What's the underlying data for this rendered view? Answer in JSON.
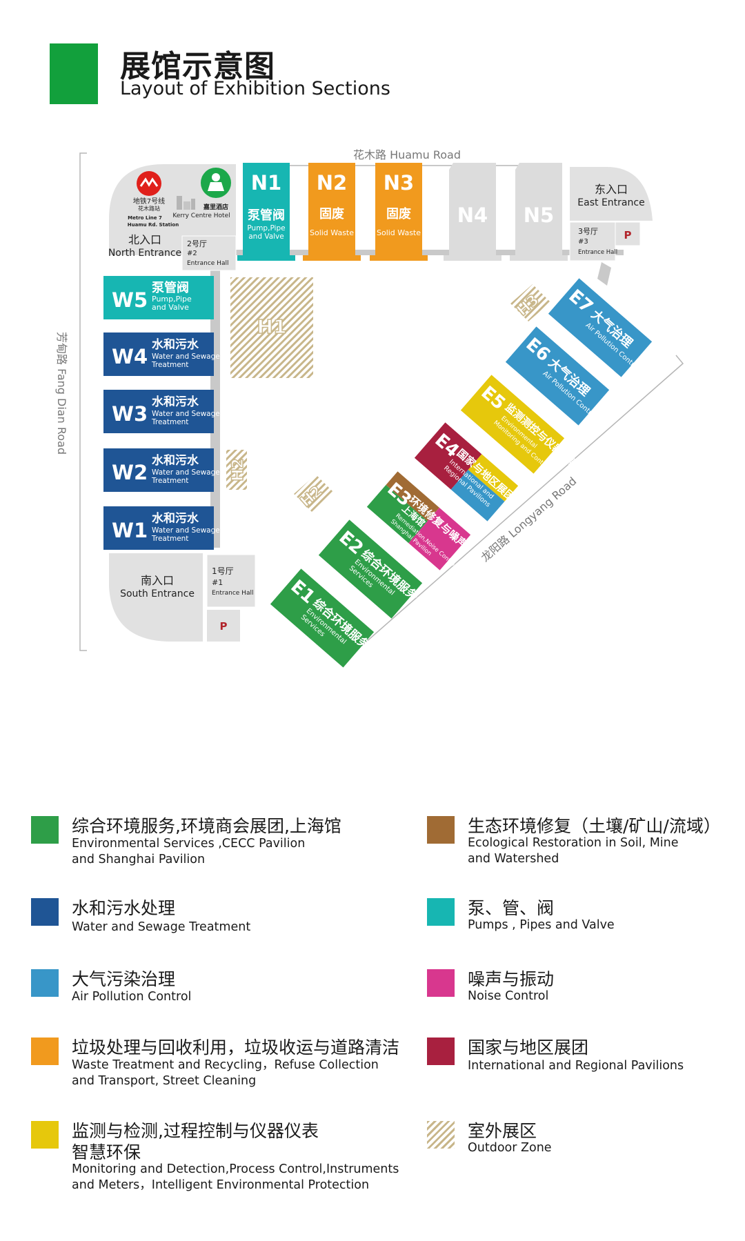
{
  "header": {
    "title_zh": "展馆示意图",
    "title_en": "Layout of Exhibition Sections"
  },
  "colors": {
    "green": "#2e9e48",
    "navy": "#1f5595",
    "sky": "#3896c8",
    "orange": "#f19a1e",
    "yellow": "#e6c80c",
    "brown": "#a06b34",
    "teal": "#17b6b2",
    "magenta": "#d8378e",
    "crimson": "#a8203f",
    "outdoor": "#c8b68a",
    "gray": "#dcdcdc",
    "header": "#12a03c"
  },
  "roads": {
    "north": "花木路 Huamu Road",
    "west": "芳甸路 Fang Dian Road",
    "southeast": "龙阳路 Longyang Road"
  },
  "metro": {
    "line1": "地铁7号线",
    "line2": "花木路站",
    "en1": "Metro Line 7",
    "en2": "Huamu Rd. Station"
  },
  "hotel": {
    "name_zh": "嘉里酒店",
    "name_en": "Kerry Centre Hotel"
  },
  "entrances": {
    "north_zh": "北入口",
    "north_en": "North Entrance",
    "east_zh": "东入口",
    "east_en": "East Entrance",
    "south_zh": "南入口",
    "south_en": "South Entrance"
  },
  "halls": {
    "hall2_zh": "2号厅",
    "hall2_no": "#2",
    "hall2_en": "Entrance Hall",
    "hall3_zh": "3号厅",
    "hall3_no": "#3",
    "hall3_en": "Entrance Hall",
    "hall1_zh": "1号厅",
    "hall1_no": "#1",
    "hall1_en": "Entrance Hall"
  },
  "parking": "P",
  "north_pavilions": [
    {
      "code": "N1",
      "zh": "泵管阀",
      "en1": "Pump,Pipe",
      "en2": "and Valve"
    },
    {
      "code": "N2",
      "zh": "固废",
      "en1": "Solid Waste",
      "en2": ""
    },
    {
      "code": "N3",
      "zh": "固废",
      "en1": "Solid Waste",
      "en2": ""
    },
    {
      "code": "N4",
      "zh": "",
      "en1": "",
      "en2": ""
    },
    {
      "code": "N5",
      "zh": "",
      "en1": "",
      "en2": ""
    }
  ],
  "west_pavilions": [
    {
      "code": "W5",
      "zh": "泵管阀",
      "en1": "Pump,Pipe",
      "en2": "and Valve"
    },
    {
      "code": "W4",
      "zh": "水和污水",
      "en1": "Water and Sewage",
      "en2": "Treatment"
    },
    {
      "code": "W3",
      "zh": "水和污水",
      "en1": "Water and Sewage",
      "en2": "Treatment"
    },
    {
      "code": "W2",
      "zh": "水和污水",
      "en1": "Water and Sewage",
      "en2": "Treatment"
    },
    {
      "code": "W1",
      "zh": "水和污水",
      "en1": "Water and Sewage",
      "en2": "Treatment"
    }
  ],
  "east_pavilions": [
    {
      "code": "E7",
      "zh": "大气治理",
      "en1": "Air Pollution Control",
      "en2": "",
      "en3": ""
    },
    {
      "code": "E6",
      "zh": "大气治理",
      "en1": "Air Pollution Control",
      "en2": "",
      "en3": ""
    },
    {
      "code": "E5",
      "zh": "监测测控与仪器仪表",
      "en1": "Environmental",
      "en2": "Monitoring and Control",
      "en3": ""
    },
    {
      "code": "E4",
      "zh": "国家与地区展团",
      "en1": "International and",
      "en2": "Regional Pavilions",
      "en3": ""
    },
    {
      "code": "E3",
      "zh": "环境修复与噪声",
      "en1": "上海馆",
      "en2": "Remediation,Noise Control",
      "en3": "Shanghai Pavilion"
    },
    {
      "code": "E2",
      "zh": "综合环境服务",
      "en1": "Environmental",
      "en2": "Services",
      "en3": ""
    },
    {
      "code": "E1",
      "zh": "综合环境服务",
      "en1": "Environmental",
      "en2": "Services",
      "en3": ""
    }
  ],
  "outdoor": {
    "h1": "H1",
    "h2a": "H2",
    "h2b": "H2",
    "h3": "H3"
  },
  "legend": [
    {
      "color": "green",
      "zh": "综合环境服务,环境商会展团,上海馆",
      "en": [
        "Environmental Services ,CECC Pavilion",
        "and Shanghai Pavilion"
      ]
    },
    {
      "color": "brown",
      "zh": "生态环境修复（土壤/矿山/流域）",
      "en": [
        "Ecological Restoration in Soil, Mine",
        "and Watershed"
      ]
    },
    {
      "color": "navy",
      "zh": "水和污水处理",
      "en": [
        "Water and Sewage Treatment"
      ]
    },
    {
      "color": "teal",
      "zh": "泵、管、阀",
      "en": [
        "Pumps , Pipes and Valve"
      ]
    },
    {
      "color": "sky",
      "zh": "大气污染治理",
      "en": [
        "Air Pollution Control"
      ]
    },
    {
      "color": "magenta",
      "zh": "噪声与振动",
      "en": [
        "Noise Control"
      ]
    },
    {
      "color": "orange",
      "zh": "垃圾处理与回收利用，垃圾收运与道路清洁",
      "en": [
        "Waste Treatment and Recycling，Refuse Collection",
        " and Transport, Street Cleaning"
      ]
    },
    {
      "color": "crimson",
      "zh": "国家与地区展团",
      "en": [
        "International and Regional Pavilions"
      ]
    },
    {
      "color": "yellow",
      "zh": "监测与检测,过程控制与仪器仪表",
      "zh2": "智慧环保",
      "en": [
        "Monitoring and Detection,Process Control,Instruments",
        "and Meters，Intelligent Environmental Protection"
      ]
    },
    {
      "color": "outdoor",
      "zh": "室外展区",
      "en": [
        "Outdoor Zone"
      ]
    }
  ]
}
